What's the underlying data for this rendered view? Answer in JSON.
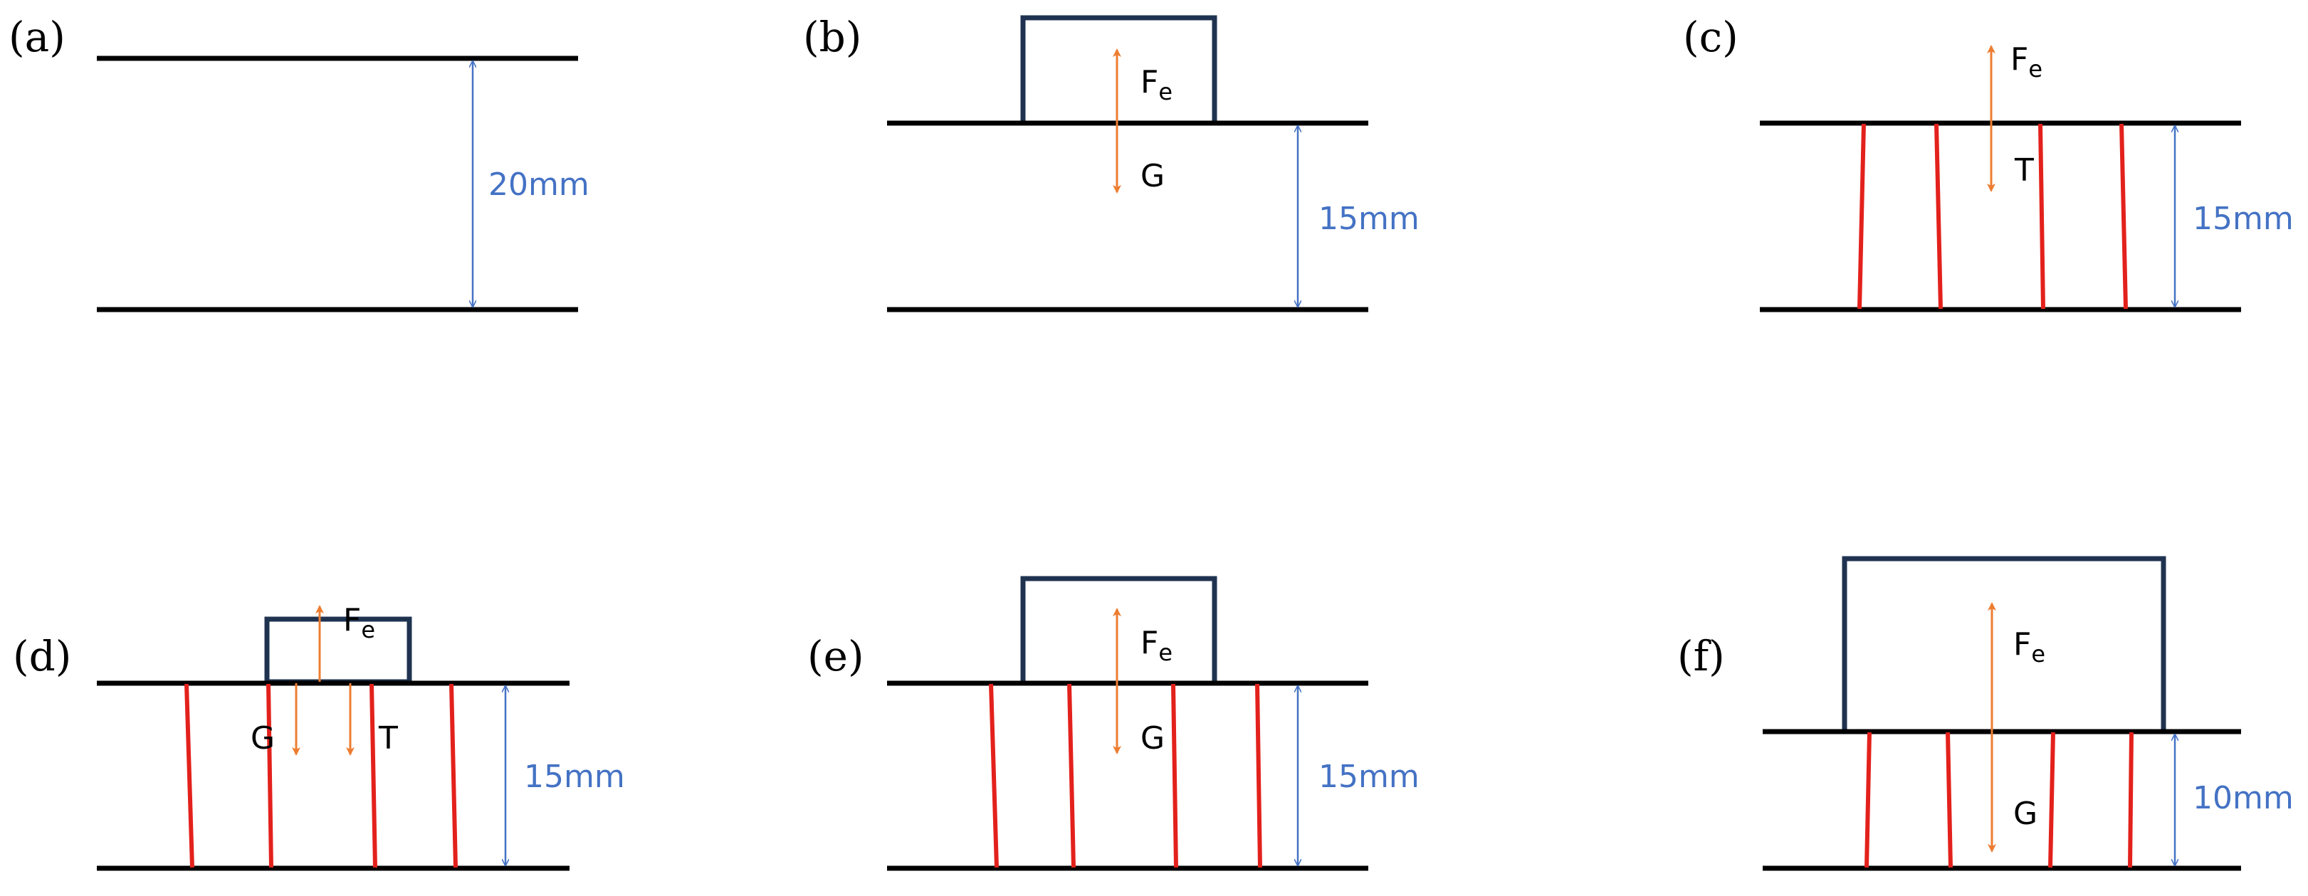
{
  "colors": {
    "plate": "#000000",
    "block": "#1f3350",
    "dimension": "#4472c4",
    "force": "#ed7d31",
    "fiber": "#e3211c"
  },
  "panels": {
    "a": {
      "label": "(a)",
      "dimension": "20mm"
    },
    "b": {
      "label": "(b)",
      "dimension": "15mm",
      "force_up": "F",
      "force_up_sub": "e",
      "force_down": "G"
    },
    "c": {
      "label": "(c)",
      "dimension": "15mm",
      "force_up": "F",
      "force_up_sub": "e",
      "force_down": "T"
    },
    "d": {
      "label": "(d)",
      "dimension": "15mm",
      "force_up": "F",
      "force_up_sub": "e",
      "force_down_1": "G",
      "force_down_2": "T"
    },
    "e": {
      "label": "(e)",
      "dimension": "15mm",
      "force_up": "F",
      "force_up_sub": "e",
      "force_down": "G"
    },
    "f": {
      "label": "(f)",
      "dimension": "10mm",
      "force_up": "F",
      "force_up_sub": "e",
      "force_down": "G"
    }
  }
}
